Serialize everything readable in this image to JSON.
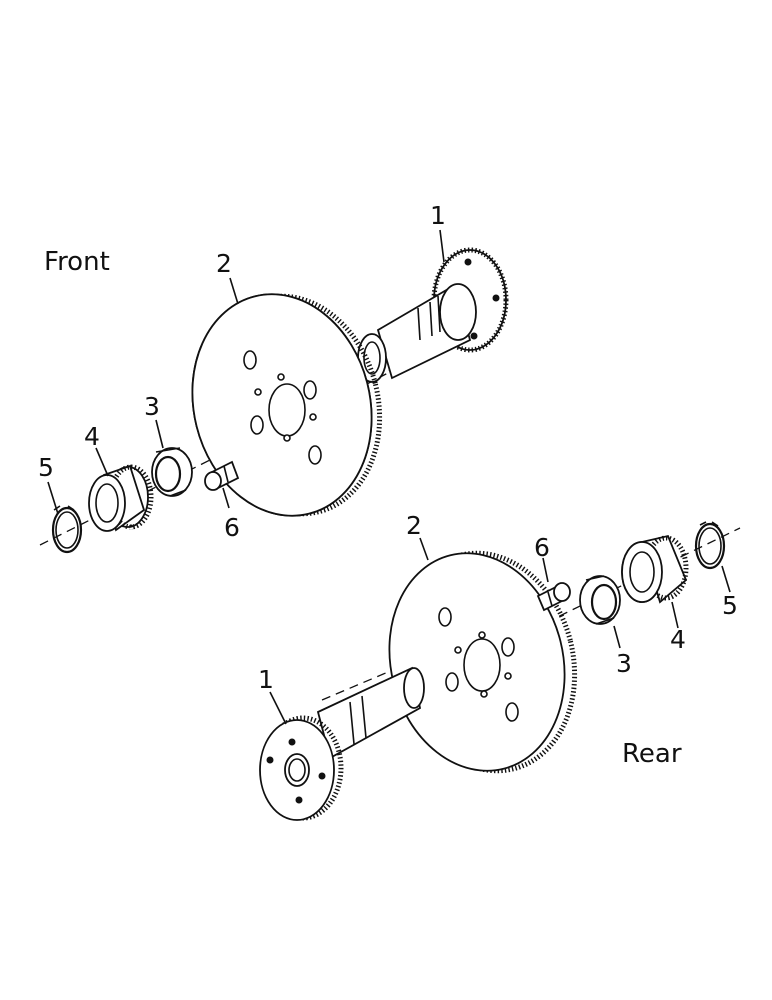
{
  "labels": {
    "front": "Front",
    "rear": "Rear"
  },
  "front_assembly": {
    "callouts": [
      {
        "id": "1",
        "text": "1"
      },
      {
        "id": "2",
        "text": "2"
      },
      {
        "id": "3",
        "text": "3"
      },
      {
        "id": "4",
        "text": "4"
      },
      {
        "id": "5",
        "text": "5"
      },
      {
        "id": "6",
        "text": "6"
      }
    ]
  },
  "rear_assembly": {
    "callouts": [
      {
        "id": "1",
        "text": "1"
      },
      {
        "id": "2",
        "text": "2"
      },
      {
        "id": "3",
        "text": "3"
      },
      {
        "id": "4",
        "text": "4"
      },
      {
        "id": "5",
        "text": "5"
      },
      {
        "id": "6",
        "text": "6"
      }
    ]
  }
}
